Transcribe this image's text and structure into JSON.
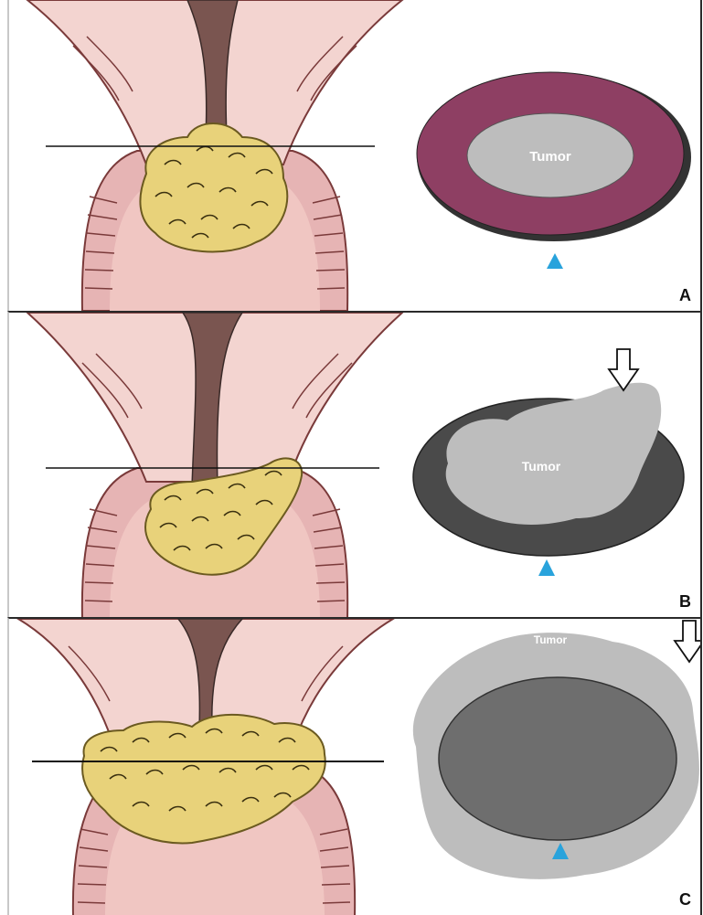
{
  "figure": {
    "tumor_label": "Tumor",
    "panels": [
      {
        "id": "A",
        "letter": "A",
        "description_pattern": "exophytic tumor centered at the os, symmetric stromal ring"
      },
      {
        "id": "B",
        "letter": "B",
        "description_pattern": "eccentric tumor extending toward one side"
      },
      {
        "id": "C",
        "letter": "C",
        "description_pattern": "circumferential tumor surrounding the cervix"
      }
    ]
  },
  "colors": {
    "tissue_pink": "#e6b4b4",
    "tissue_pink_light": "#f3d4d0",
    "canal_brown": "#7a5550",
    "tumor_yellow": "#e8d27a",
    "tumor_outline": "#6b5a20",
    "stroma_purple": "#8e3f63",
    "stroma_dark_gray": "#4a4a4a",
    "tumor_gray": "#bdbdbd",
    "arrowhead_blue": "#29a3dc"
  }
}
